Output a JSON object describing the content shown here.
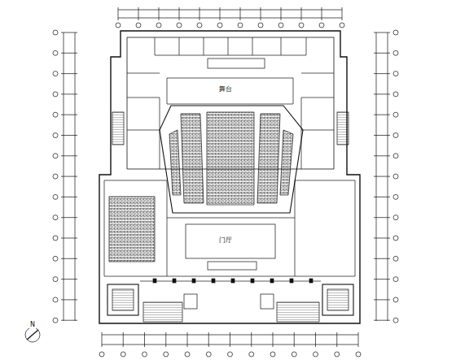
{
  "diagram": {
    "labels": [
      "N",
      "舞台",
      "门厅"
    ]
  }
}
